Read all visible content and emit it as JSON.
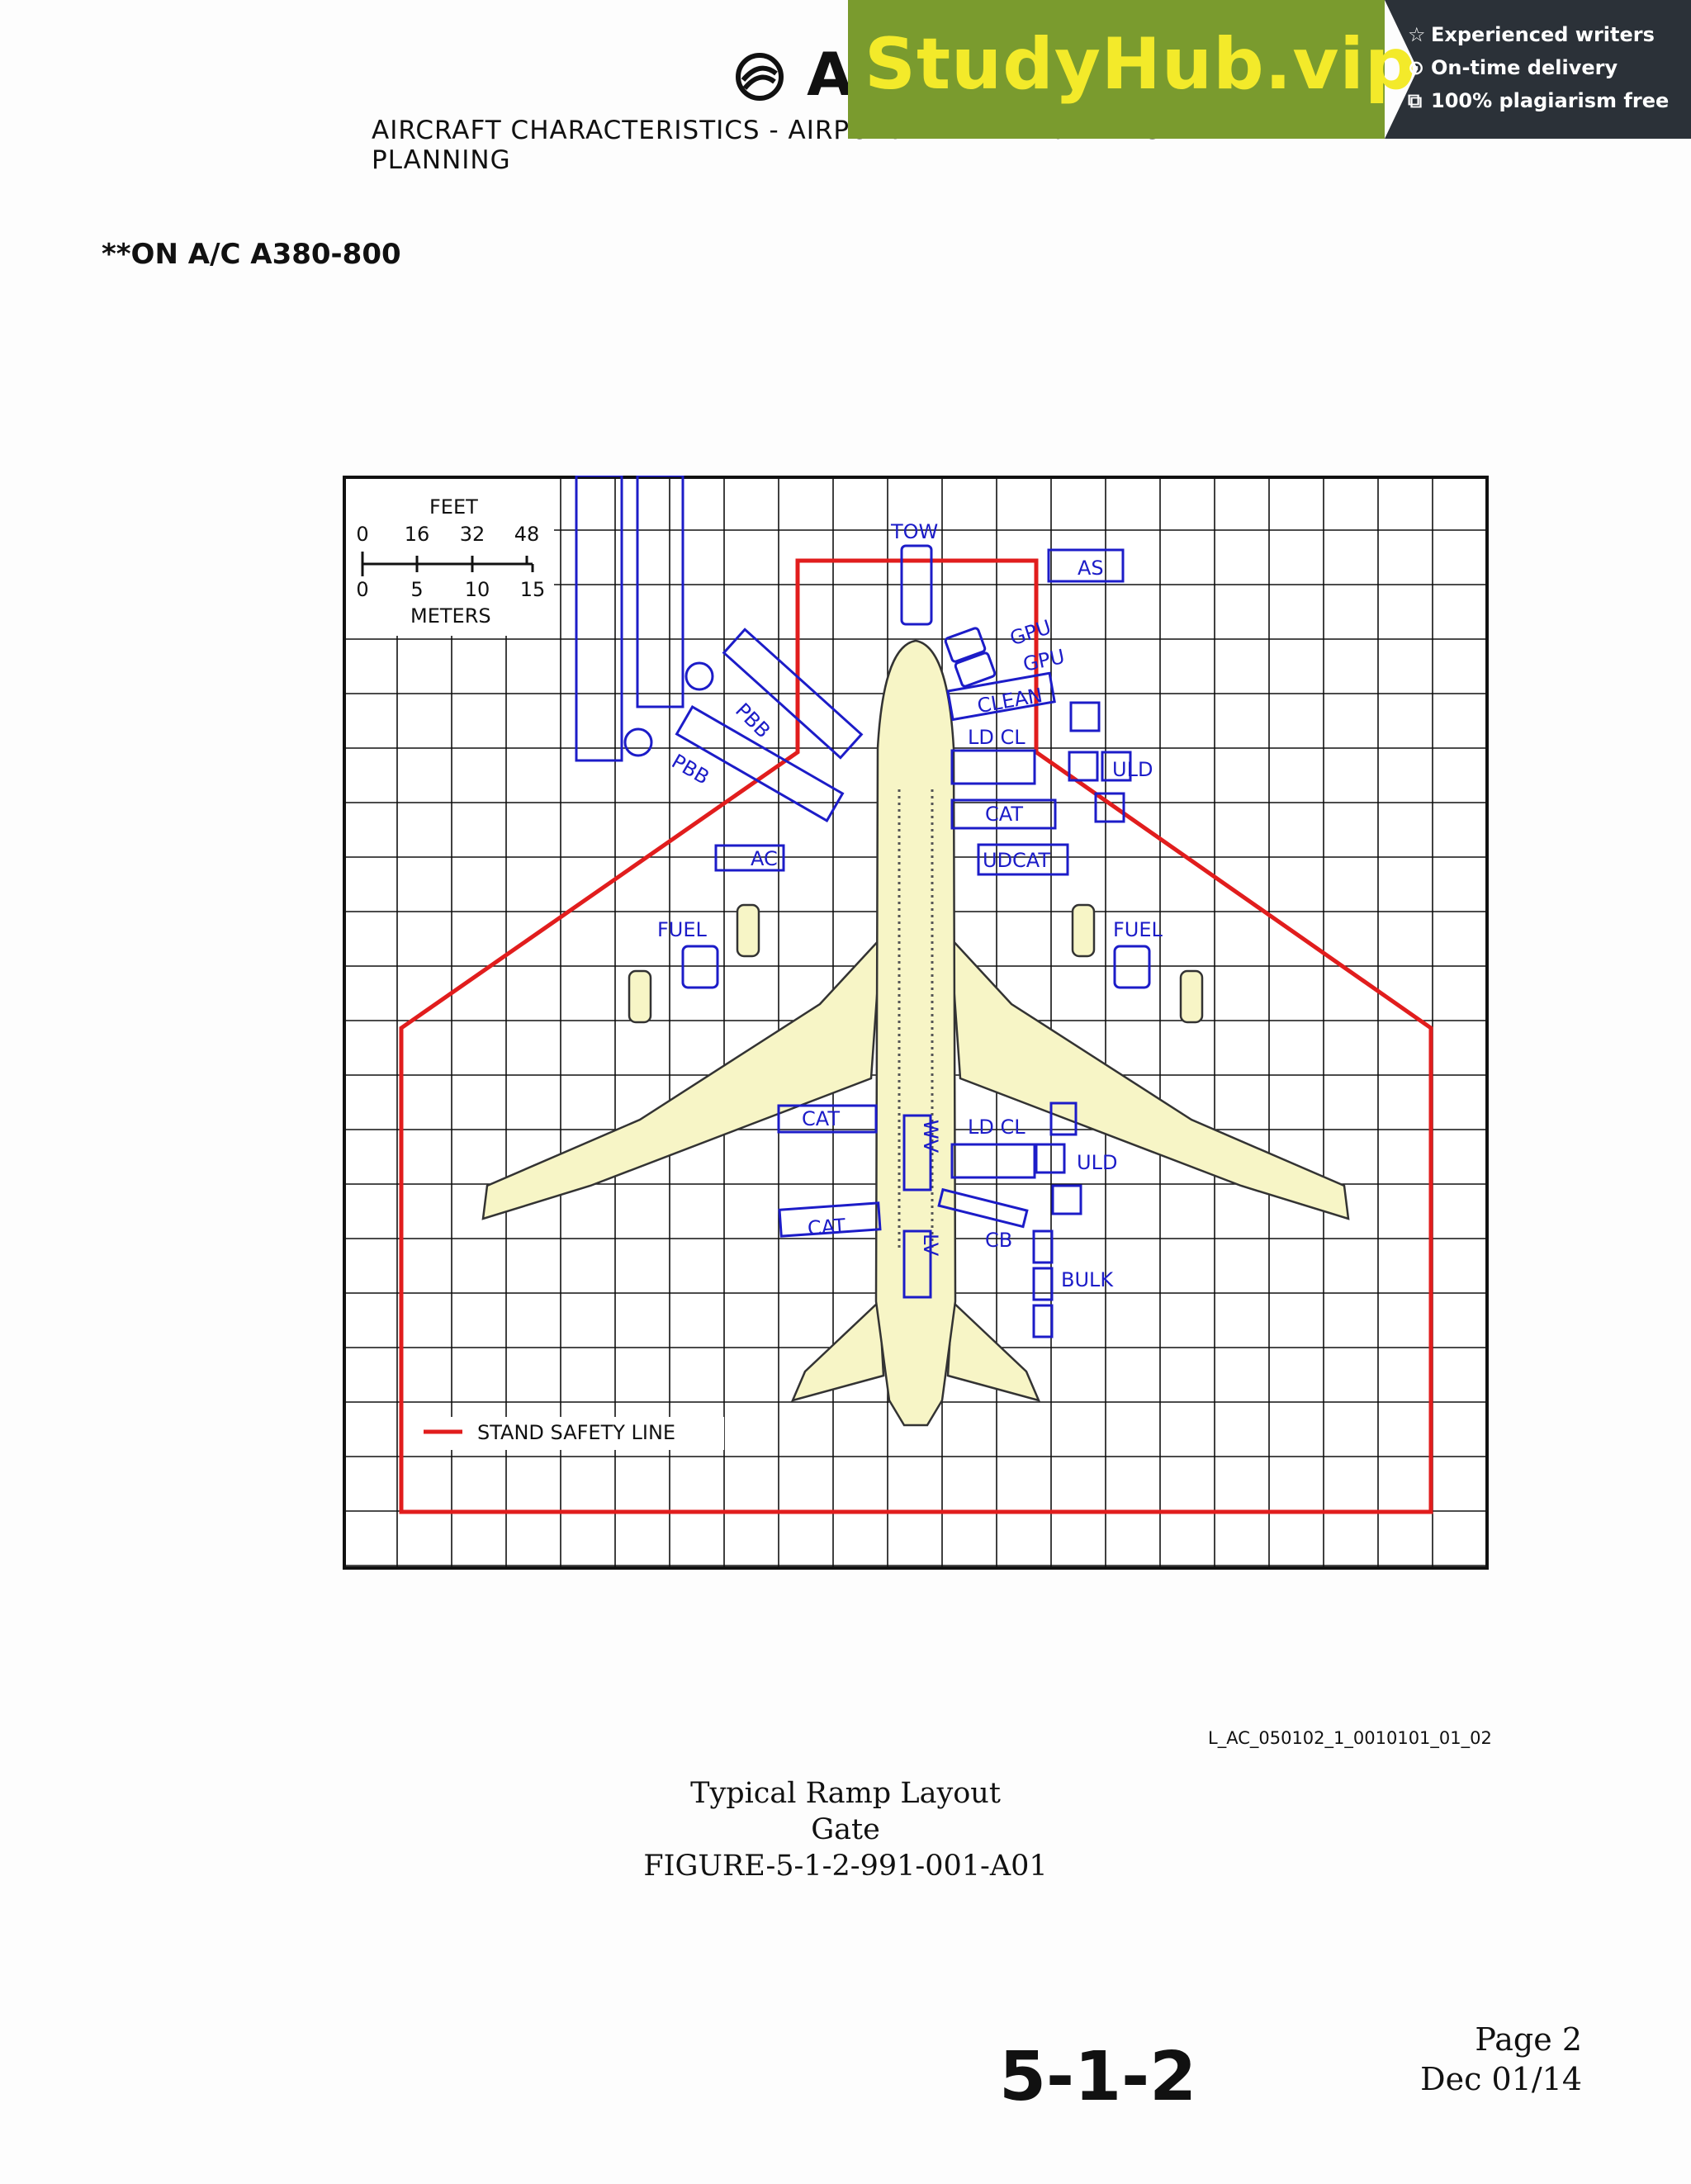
{
  "header": {
    "logo_text": "AIRBUS",
    "title": "AIRCRAFT CHARACTERISTICS - AIRPORT AND MAINTENANCE PLANNING"
  },
  "banner": {
    "brand": "StudyHub.vip",
    "perks": [
      {
        "icon": "star-icon",
        "label": "Experienced writers"
      },
      {
        "icon": "clock-icon",
        "label": "On-time delivery"
      },
      {
        "icon": "copy-icon",
        "label": "100% plagiarism free"
      }
    ],
    "colors": {
      "green": "#7a9b2e",
      "dark": "#2b3138",
      "yellow": "#f3ea2a"
    }
  },
  "applicability": "**ON A/C A380-800",
  "diagram": {
    "scale": {
      "feet_label": "FEET",
      "feet_ticks": [
        "0",
        "16",
        "32",
        "48"
      ],
      "meter_ticks": [
        "0",
        "5",
        "10",
        "15"
      ],
      "meters_label": "METERS"
    },
    "equipment_labels": {
      "tow": "TOW",
      "as": "AS",
      "gpu1": "GPU",
      "gpu2": "GPU",
      "clean": "CLEAN",
      "ldcl_front": "LD CL",
      "uld_front": "ULD",
      "cat_front": "CAT",
      "udcat": "UDCAT",
      "pbb1": "PBB",
      "pbb2": "PBB",
      "ac": "AC",
      "fuel_left": "FUEL",
      "fuel_right": "FUEL",
      "cat_left1": "CAT",
      "wv": "WV",
      "ldcl_rear": "LD CL",
      "uld_rear": "ULD",
      "cat_left2": "CAT",
      "cb": "CB",
      "lv": "LV",
      "bulk": "BULK"
    },
    "legend_label": "STAND SAFETY LINE",
    "colors": {
      "equipment": "#1c1cc8",
      "safety_line": "#e11d1d",
      "aircraft": "#f7f5c6",
      "grid": "#111111"
    }
  },
  "drawing_id": "L_AC_050102_1_0010101_01_02",
  "caption": {
    "title": "Typical Ramp Layout",
    "subtitle": "Gate",
    "figure": "FIGURE-5-1-2-991-001-A01"
  },
  "footer": {
    "section": "5-1-2",
    "page": "Page 2",
    "date": "Dec 01/14"
  }
}
